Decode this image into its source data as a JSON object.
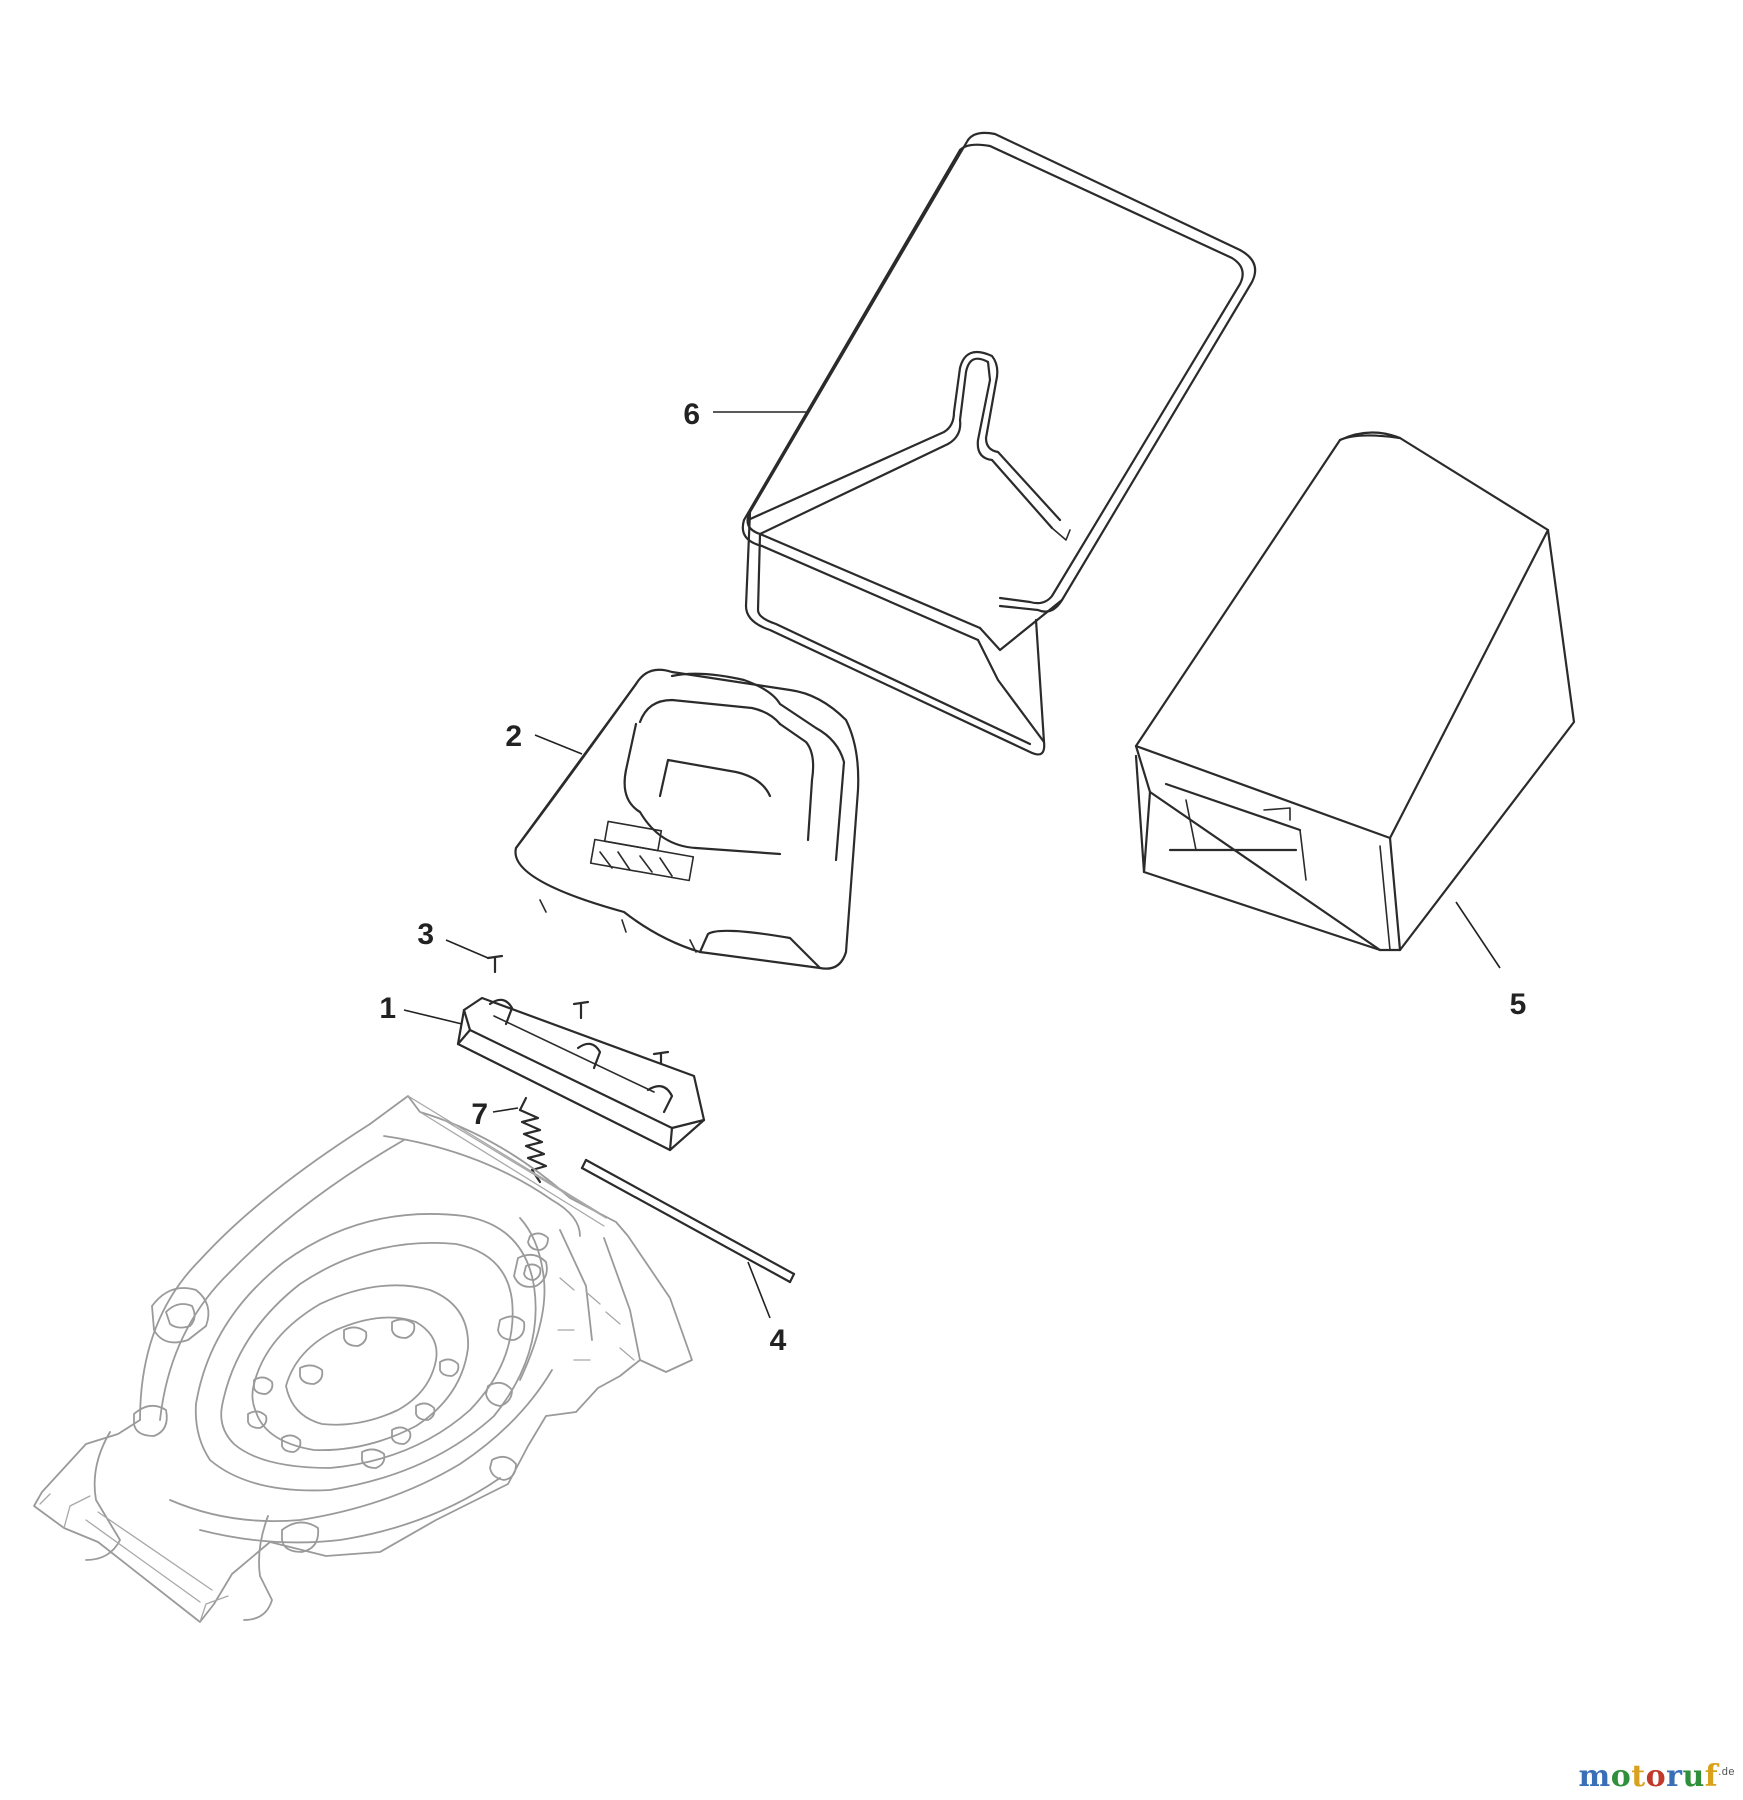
{
  "diagram": {
    "callouts": {
      "part_1": "1",
      "part_2": "2",
      "part_3": "3",
      "part_4": "4",
      "part_5": "5",
      "part_6": "6",
      "part_7": "7"
    }
  },
  "watermark": {
    "letters": [
      "m",
      "o",
      "t",
      "o",
      "r",
      "u",
      "f"
    ],
    "letter_colors": [
      "#3a6fb8",
      "#2f8f3a",
      "#d8a21c",
      "#c0392b",
      "#3a6fb8",
      "#2f8f3a",
      "#d8a21c"
    ],
    "tld": ".de"
  }
}
